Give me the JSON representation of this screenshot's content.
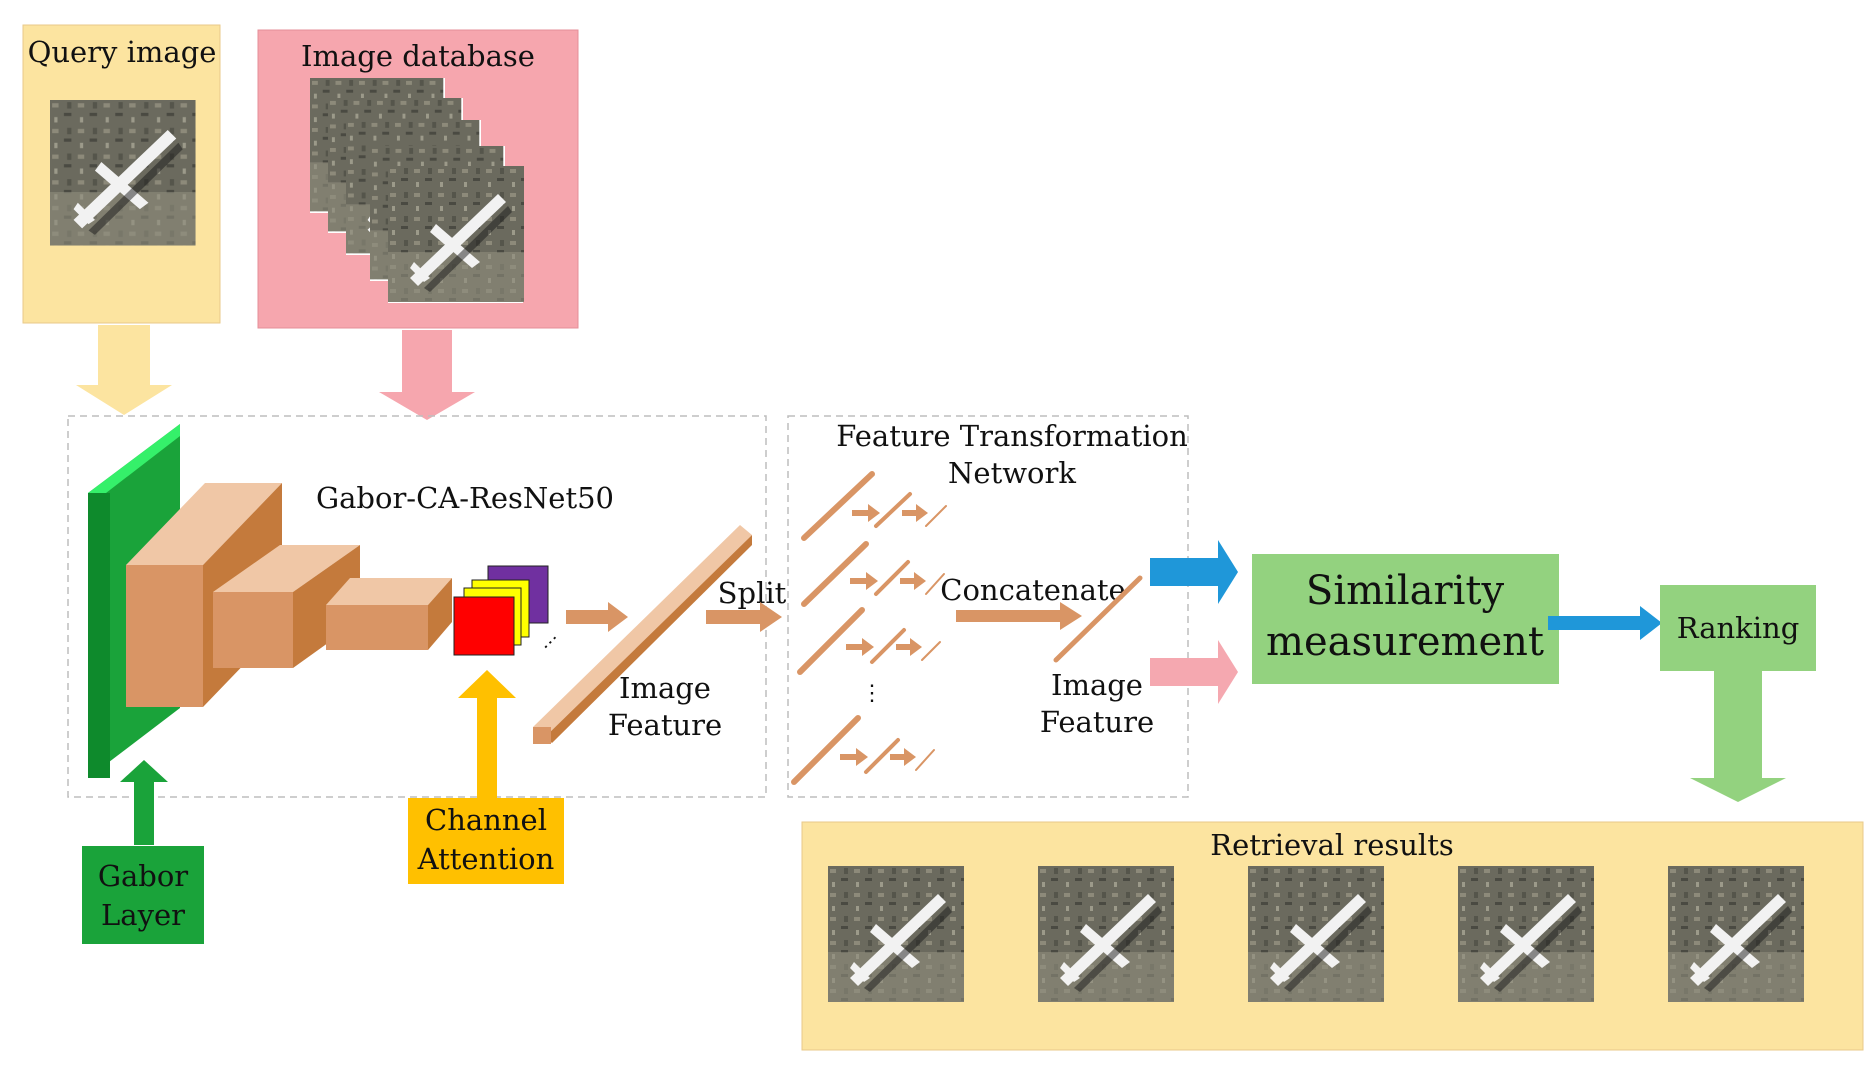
{
  "labels": {
    "query_image": "Query image",
    "image_database": "Image database",
    "backbone": "Gabor-CA-ResNet50",
    "image_feature_1": "Image",
    "image_feature_2": "Feature",
    "split": "Split",
    "ftn_1": "Feature Transformation",
    "ftn_2": "Network",
    "concatenate": "Concatenate",
    "image_feature_b1": "Image",
    "image_feature_b2": "Feature",
    "similarity_1": "Similarity",
    "similarity_2": "measurement",
    "ranking": "Ranking",
    "retrieval_results": "Retrieval results",
    "gabor_1": "Gabor",
    "gabor_2": "Layer",
    "channel_1": "Channel",
    "channel_2": "Attention",
    "ellipsis": "⋮"
  },
  "colors": {
    "yellow_panel": "#fce4a0",
    "pink_panel": "#f6a6ae",
    "green_box": "#93d27f",
    "gabor_green": "#1aa33a",
    "gabor_light": "#35f06a",
    "orange_box": "#d99565",
    "orange_light": "#f0c7a6",
    "orange_dark": "#c47a3c",
    "channel_yellow": "#ffc000",
    "blue_arrow": "#1f97d9",
    "pink_arrow": "#f5a8b0",
    "red": "#ff0000",
    "purple": "#7030a0",
    "yellow": "#ffff00"
  }
}
